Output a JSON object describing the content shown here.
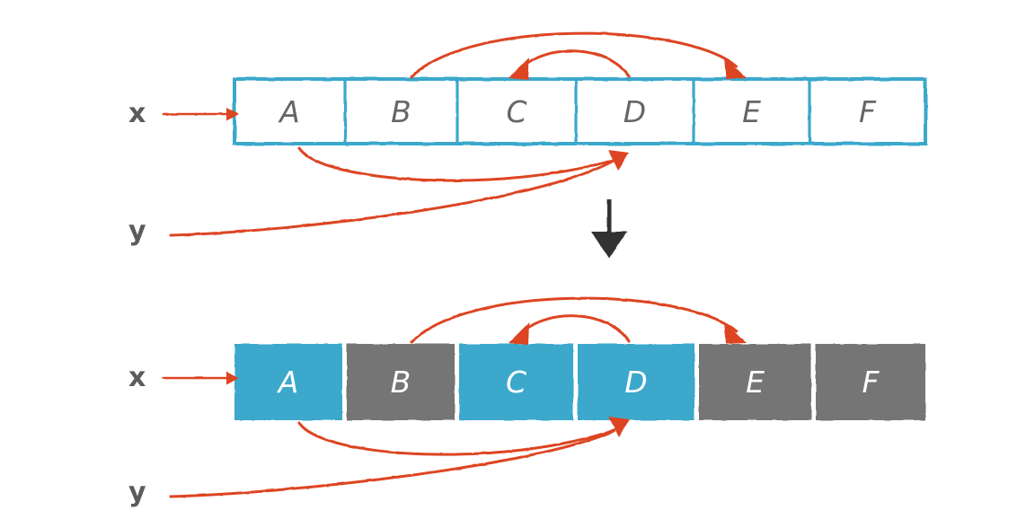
{
  "diagram": {
    "title": "array-partition-swap-diagram",
    "colors": {
      "blue": "#3ba8cc",
      "gray": "#757575",
      "red": "#dd4420",
      "letter_gray": "#666666",
      "letter_white": "#ffffff",
      "label_gray": "#5b5b5b",
      "dark_arrow": "#333333",
      "background": "#ffffff"
    },
    "labels": {
      "x": "x",
      "y": "y"
    },
    "top_array": {
      "name": "top-array",
      "style": "outlined",
      "outline_color": "#3ba8cc",
      "fill": "#ffffff",
      "cells": [
        {
          "letter": "A",
          "fill": "none",
          "text_color": "#666666"
        },
        {
          "letter": "B",
          "fill": "none",
          "text_color": "#666666"
        },
        {
          "letter": "C",
          "fill": "none",
          "text_color": "#666666"
        },
        {
          "letter": "D",
          "fill": "none",
          "text_color": "#666666"
        },
        {
          "letter": "E",
          "fill": "none",
          "text_color": "#666666"
        },
        {
          "letter": "F",
          "fill": "none",
          "text_color": "#666666"
        }
      ]
    },
    "bottom_array": {
      "name": "bottom-array",
      "style": "filled",
      "cells": [
        {
          "letter": "A",
          "fill": "blue",
          "text_color": "#ffffff"
        },
        {
          "letter": "B",
          "fill": "gray",
          "text_color": "#ffffff"
        },
        {
          "letter": "C",
          "fill": "blue",
          "text_color": "#ffffff"
        },
        {
          "letter": "D",
          "fill": "blue",
          "text_color": "#ffffff"
        },
        {
          "letter": "E",
          "fill": "gray",
          "text_color": "#ffffff"
        },
        {
          "letter": "F",
          "fill": "gray",
          "text_color": "#ffffff"
        }
      ]
    },
    "annotations": {
      "x_pointer": "straight arrow from x label into first cell",
      "y_pointer": "curved arrow from y label up to D cell boundary",
      "long_arc": "arc from B edge over to E boundary",
      "short_arc": "arc from D boundary back to C boundary",
      "lower_arc": "arc from A cell bottom to D boundary",
      "transition_arrow": "downward arrow between top and bottom arrays"
    }
  }
}
